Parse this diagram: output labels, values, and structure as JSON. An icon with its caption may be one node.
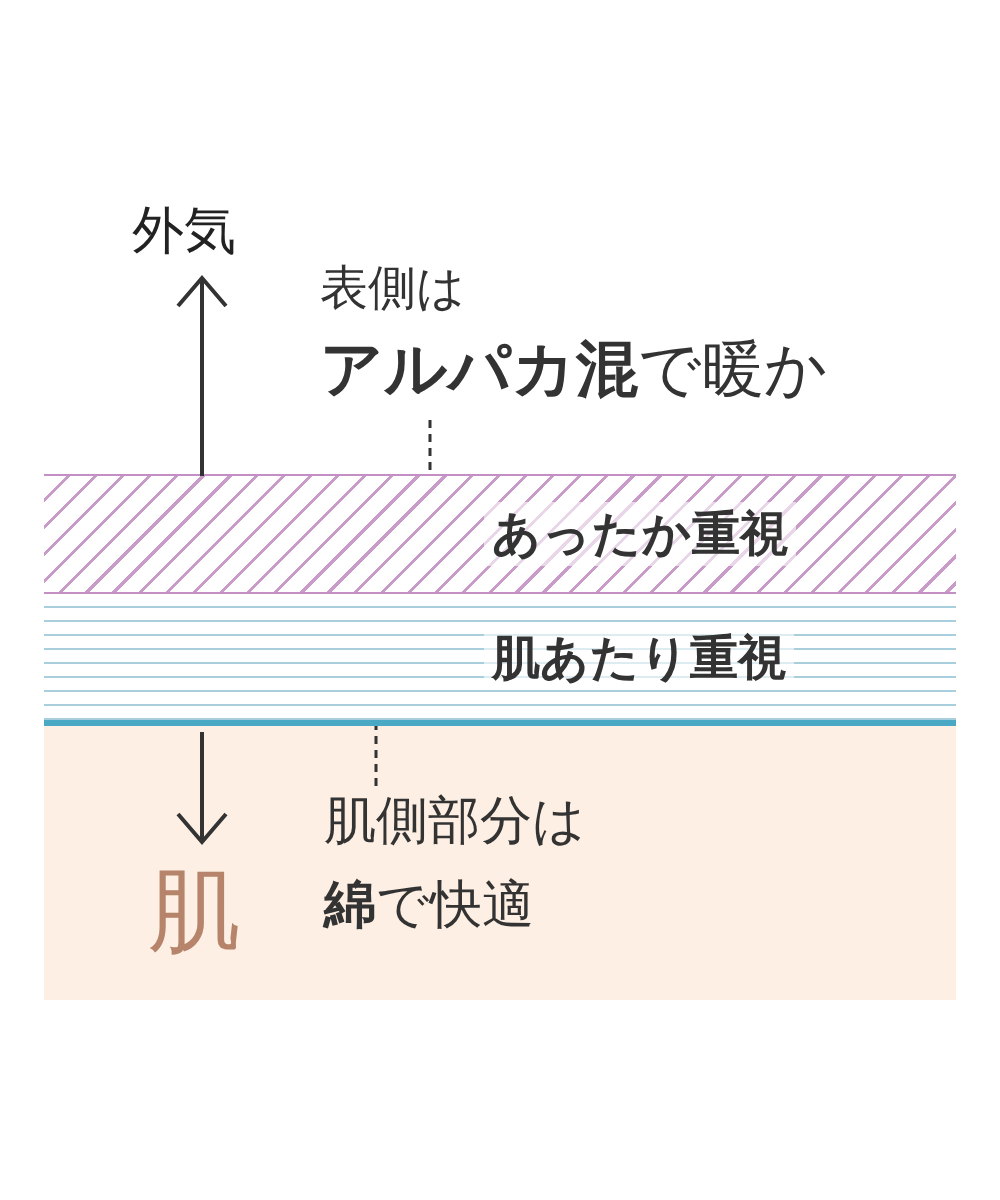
{
  "diagram": {
    "nodes": [
      {
        "text": [
          "あったか重視"
        ]
      },
      {
        "text": [
          "肌あたり重視"
        ]
      },
      {
        "text": [
          "肌"
        ]
      },
      {
        "text": [
          "表側は",
          "**アルパカ混**で暖か"
        ]
      },
      {
        "text": [
          "肌側部分は",
          "**綿**で快適"
        ],
        "in": 2
      }
    ],
    "edges": [
      {
        "from": 3,
        "to": 0,
        "arrow": "none",
        "style": "dashed"
      },
      {
        "from": 4,
        "to": 1,
        "arrow": "none",
        "style": "dashed"
      }
    ],
    "labels": [
      "外気"
    ]
  }
}
